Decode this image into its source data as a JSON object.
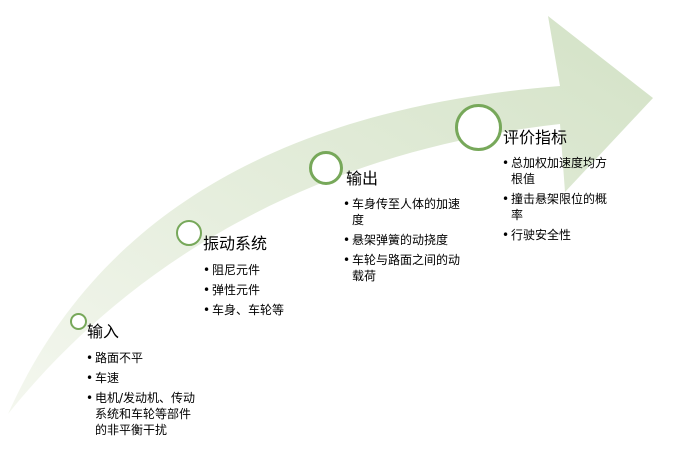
{
  "colors": {
    "arrow_fill_start": "#f4f7ef",
    "arrow_fill_end": "#d3e2c6",
    "circle_border": "#77a85a",
    "text": "#000000"
  },
  "stages": [
    {
      "title": "输入",
      "items": [
        "路面不平",
        "车速",
        "电机/发动机、传动系统和车轮等部件的非平衡干扰"
      ]
    },
    {
      "title": "振动系统",
      "items": [
        "阻尼元件",
        "弹性元件",
        "车身、车轮等"
      ]
    },
    {
      "title": "输出",
      "items": [
        "车身传至人体的加速度",
        "悬架弹簧的动挠度",
        "车轮与路面之间的动载荷"
      ]
    },
    {
      "title": "评价指标",
      "items": [
        "总加权加速度均方根值",
        "撞击悬架限位的概率",
        "行驶安全性"
      ]
    }
  ]
}
